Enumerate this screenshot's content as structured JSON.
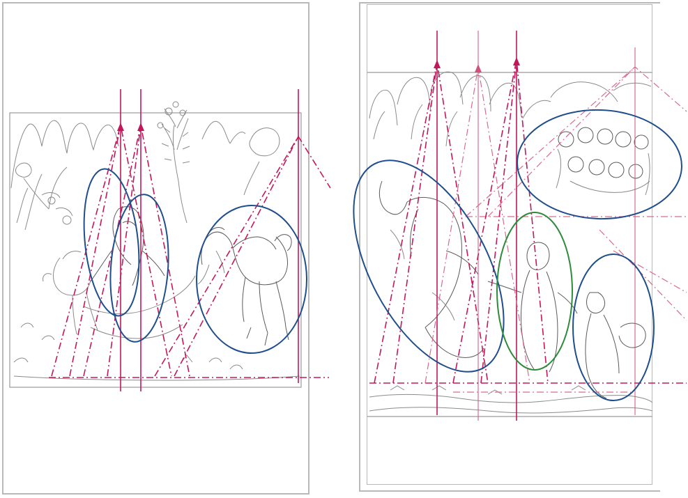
{
  "figure": {
    "panels": [
      {
        "id": "left",
        "description_role": "composition-analysis",
        "ovals": [
          "blue",
          "blue",
          "blue"
        ]
      },
      {
        "id": "right",
        "description_role": "composition-analysis",
        "ovals": [
          "blue",
          "blue",
          "green",
          "blue"
        ]
      }
    ],
    "colors": {
      "guide_line": "#c2185b",
      "oval_primary": "#1f4e8c",
      "oval_secondary": "#2e8b3a",
      "sketch": "#8a8a8a",
      "frame": "#b8b8b8"
    }
  }
}
